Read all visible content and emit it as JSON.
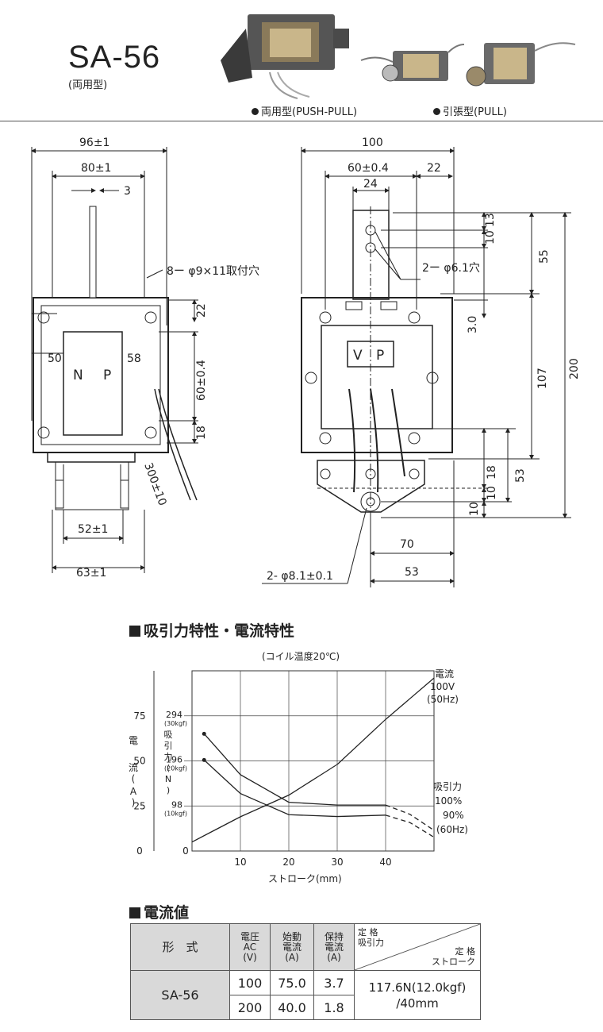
{
  "header": {
    "model": "SA-56",
    "model_type": "(両用型)",
    "photo_captions": [
      "両用型(PUSH-PULL)",
      "引張型(PULL)"
    ]
  },
  "drawing": {
    "left_view": {
      "dims": [
        "96±1",
        "80±1",
        "3",
        "8ー φ9×11取付穴",
        "22",
        "60±0.4",
        "18",
        "50",
        "58",
        "300±10",
        "52±1",
        "63±1"
      ],
      "coil_labels": [
        "N",
        "P"
      ]
    },
    "right_view": {
      "dims": [
        "100",
        "60±0.4",
        "22",
        "24",
        "2ー φ6.1穴",
        "13",
        "10",
        "55",
        "3.0",
        "200",
        "107",
        "53",
        "18",
        "10",
        "10",
        "70",
        "53",
        "2- φ8.1±0.1"
      ],
      "coil_labels": [
        "V",
        "P"
      ]
    }
  },
  "chart_section": {
    "title": "吸引力特性・電流特性"
  },
  "chart_data": {
    "type": "line",
    "title": "(コイル温度20℃)",
    "xlabel": "ストローク(mm)",
    "x_ticks": [
      "10",
      "20",
      "30",
      "40"
    ],
    "xlim": [
      0,
      50
    ],
    "left_axis": {
      "label": "電流(A)",
      "ticks": [
        "0",
        "25",
        "50",
        "75"
      ],
      "ylim": [
        0,
        100
      ]
    },
    "right_axis": {
      "label": "吸引力(N)",
      "ticks": [
        "294",
        "196",
        "98"
      ],
      "kgf_ticks": [
        "(30kgf)",
        "(20kgf)",
        "(10kgf)"
      ]
    },
    "current_label": [
      "電流",
      "100V",
      "(50Hz)"
    ],
    "force_label": [
      "吸引力",
      "100%",
      "90%",
      "(60Hz)"
    ],
    "series": [
      {
        "name": "電流",
        "unit": "A",
        "x": [
          0,
          10,
          20,
          30,
          40,
          50
        ],
        "y": [
          5,
          19,
          31,
          48,
          73,
          96
        ]
      },
      {
        "name": "100%",
        "unit": "N",
        "x": [
          2.5,
          10,
          20,
          30,
          40,
          45,
          50
        ],
        "y": [
          255,
          166,
          106,
          100,
          100,
          80,
          45
        ]
      },
      {
        "name": "90%",
        "unit": "N",
        "x": [
          2.5,
          10,
          20,
          30,
          40,
          45,
          50
        ],
        "y": [
          198,
          125,
          79,
          75,
          78,
          62,
          30
        ]
      }
    ],
    "dashed_from_x": 40
  },
  "table_section": {
    "title": "電流値",
    "headers": {
      "model": "形　式",
      "voltage": [
        "電圧",
        "AC",
        "(V)"
      ],
      "start_current": [
        "始動",
        "電流",
        "(A)"
      ],
      "hold_current": [
        "保持",
        "電流",
        "(A)"
      ],
      "rated_force": [
        "定 格",
        "吸引力"
      ],
      "rated_stroke": [
        "定 格",
        "ストローク"
      ]
    },
    "model": "SA-56",
    "rows": [
      {
        "voltage": "100",
        "start": "75.0",
        "hold": "3.7"
      },
      {
        "voltage": "200",
        "start": "40.0",
        "hold": "1.8"
      }
    ],
    "rated": [
      "117.6N(12.0kgf)",
      "/40mm"
    ]
  }
}
